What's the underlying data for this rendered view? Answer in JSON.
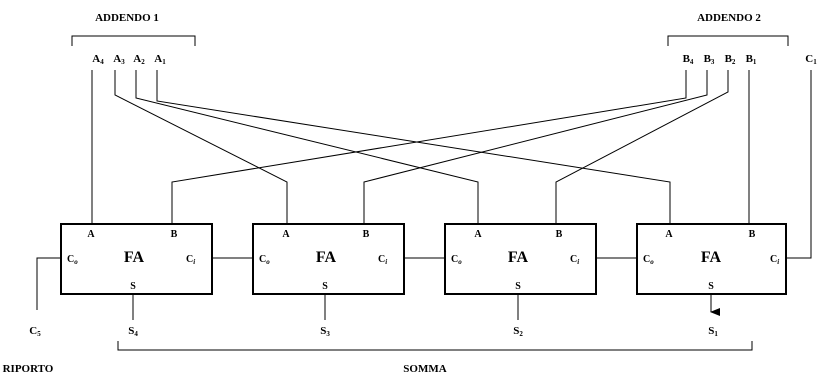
{
  "labels": {
    "addend1": "ADDENDO 1",
    "addend2": "ADDENDO 2",
    "carry_out": "RIPORTO",
    "sum": "SOMMA"
  },
  "adder": {
    "label": "FA",
    "input_a": "A",
    "input_b": "B",
    "output_s": "S",
    "carry_in": "C",
    "carry_in_sub": "i",
    "carry_out": "C",
    "carry_out_sub": "o"
  },
  "inputs_a": [
    {
      "base": "A",
      "sub": "4"
    },
    {
      "base": "A",
      "sub": "3"
    },
    {
      "base": "A",
      "sub": "2"
    },
    {
      "base": "A",
      "sub": "1"
    }
  ],
  "inputs_b": [
    {
      "base": "B",
      "sub": "4"
    },
    {
      "base": "B",
      "sub": "3"
    },
    {
      "base": "B",
      "sub": "2"
    },
    {
      "base": "B",
      "sub": "1"
    }
  ],
  "carry_in_signal": {
    "base": "C",
    "sub": "1"
  },
  "carry_out_signal": {
    "base": "C",
    "sub": "5"
  },
  "sum_outputs": [
    {
      "base": "S",
      "sub": "4"
    },
    {
      "base": "S",
      "sub": "3"
    },
    {
      "base": "S",
      "sub": "2"
    },
    {
      "base": "S",
      "sub": "1"
    }
  ]
}
